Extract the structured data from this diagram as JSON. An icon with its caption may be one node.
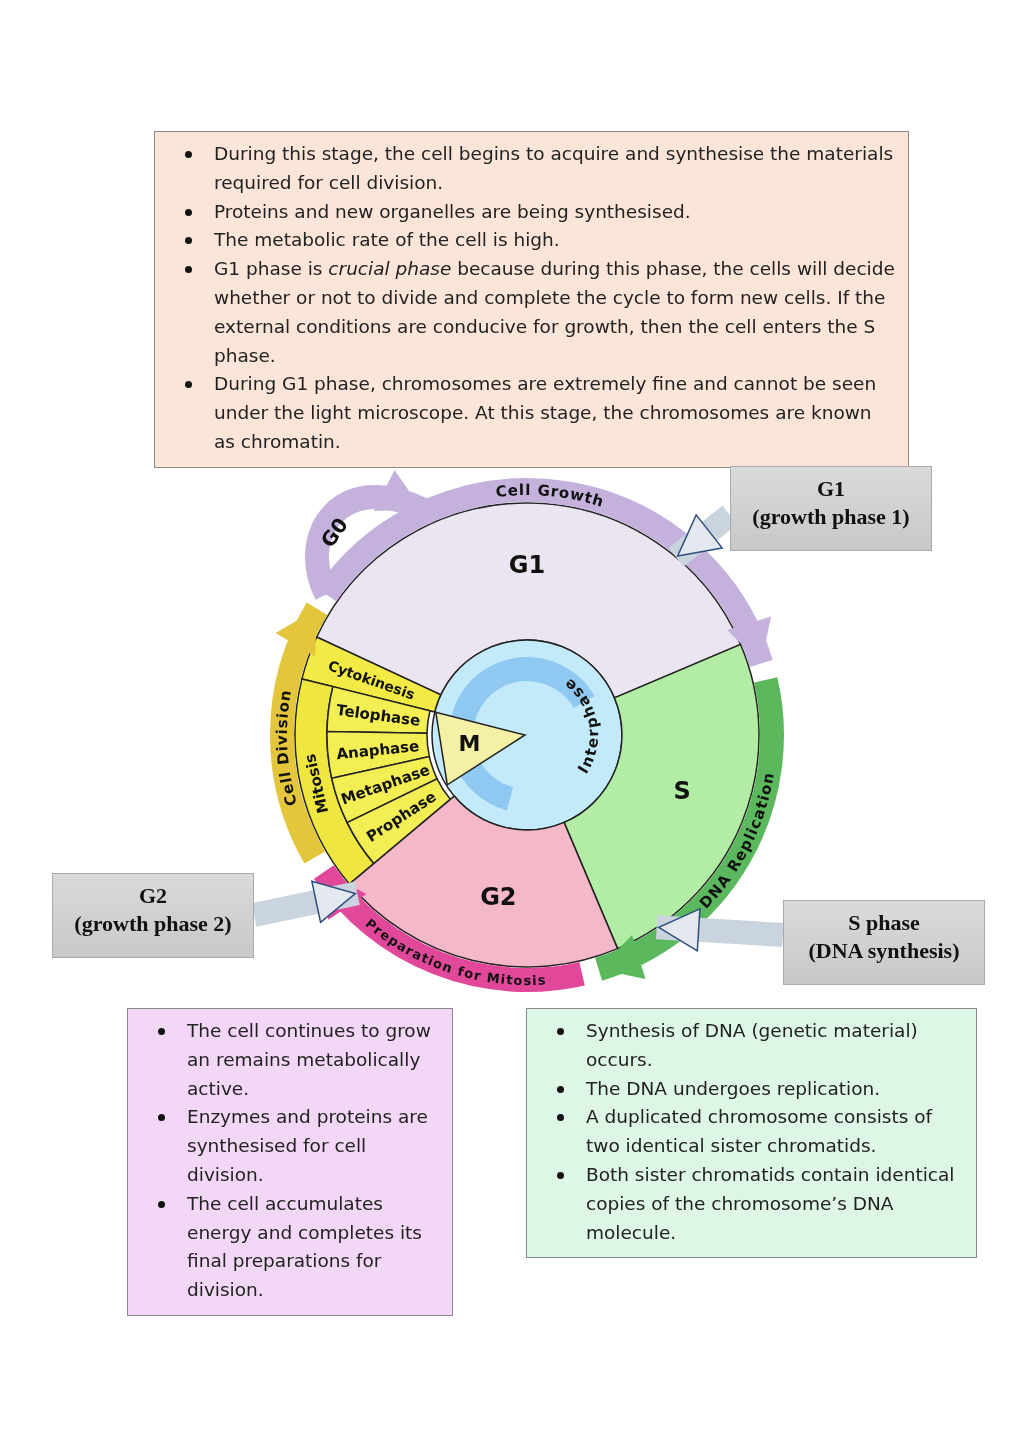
{
  "diagram": {
    "nodes": [
      {
        "text": [
          "During this stage, the cell begins to acquire and synthesise the materials required for cell division.",
          "Proteins and new organelles are being synthesised.",
          "The metabolic rate of the cell is high.",
          "G1 phase is *crucial phase* because during this phase, the cells will decide whether or not to divide and complete the cycle to form new cells. If the external conditions are conducive for growth, then the cell enters the S phase.",
          "During G1 phase, chromosomes are extremely fine and cannot be seen under the light microscope. At this stage, the chromosomes are known as chromatin."
        ]
      },
      {
        "text": [
          "G1",
          "(growth phase 1)"
        ]
      },
      {
        "text": [
          "G1"
        ]
      },
      {
        "text": [
          "Cytokinesis"
        ]
      },
      {
        "text": [
          "Mitosis"
        ]
      },
      {
        "text": [
          "Telophase"
        ]
      },
      {
        "text": [
          "Interphase"
        ]
      },
      {
        "text": [
          "M"
        ],
        "in": 6
      },
      {
        "text": [
          "Anaphase"
        ]
      },
      {
        "text": [
          "Metaphase"
        ]
      },
      {
        "text": [
          "S"
        ]
      },
      {
        "text": [
          "Prophase"
        ]
      },
      {
        "text": [
          "G2"
        ]
      },
      {
        "text": [
          "G2",
          "(growth phase 2)"
        ]
      },
      {
        "text": [
          "S phase",
          "(DNA synthesis)"
        ]
      },
      {
        "text": [
          "The cell continues to grow an remains metabolically active.",
          "Enzymes and proteins are synthesised for cell division.",
          "The cell accumulates energy and completes its final preparations for division."
        ]
      },
      {
        "text": [
          "Synthesis of DNA (genetic material) occurs.",
          "The DNA undergoes replication.",
          "A duplicated chromosome consists of two identical sister chromatids.",
          "Both sister chromatids contain identical copies of the chromosome’s DNA molecule."
        ]
      }
    ],
    "edges": [
      {
        "from": 1,
        "to": 2,
        "arrow": "to"
      },
      {
        "from": 14,
        "to": 10,
        "arrow": "to"
      },
      {
        "from": 13,
        "to": 12,
        "arrow": "to"
      },
      {
        "from": 2,
        "to": 2,
        "label": "G0",
        "arrow": "to",
        "color": "#c4b2dd"
      },
      {
        "from": 2,
        "to": 10,
        "label": "Cell Growth",
        "arrow": "to",
        "color": "#c4b2dd"
      },
      {
        "from": 10,
        "to": 12,
        "label": "DNA Replication",
        "arrow": "to",
        "color": "#5cb85c"
      },
      {
        "from": 12,
        "to": 4,
        "label": "Preparation for Mitosis",
        "arrow": "to",
        "color": "#e2489a"
      },
      {
        "from": 4,
        "to": 2,
        "label": "Cell Division",
        "arrow": "to",
        "color": "#e3c63c"
      }
    ]
  }
}
